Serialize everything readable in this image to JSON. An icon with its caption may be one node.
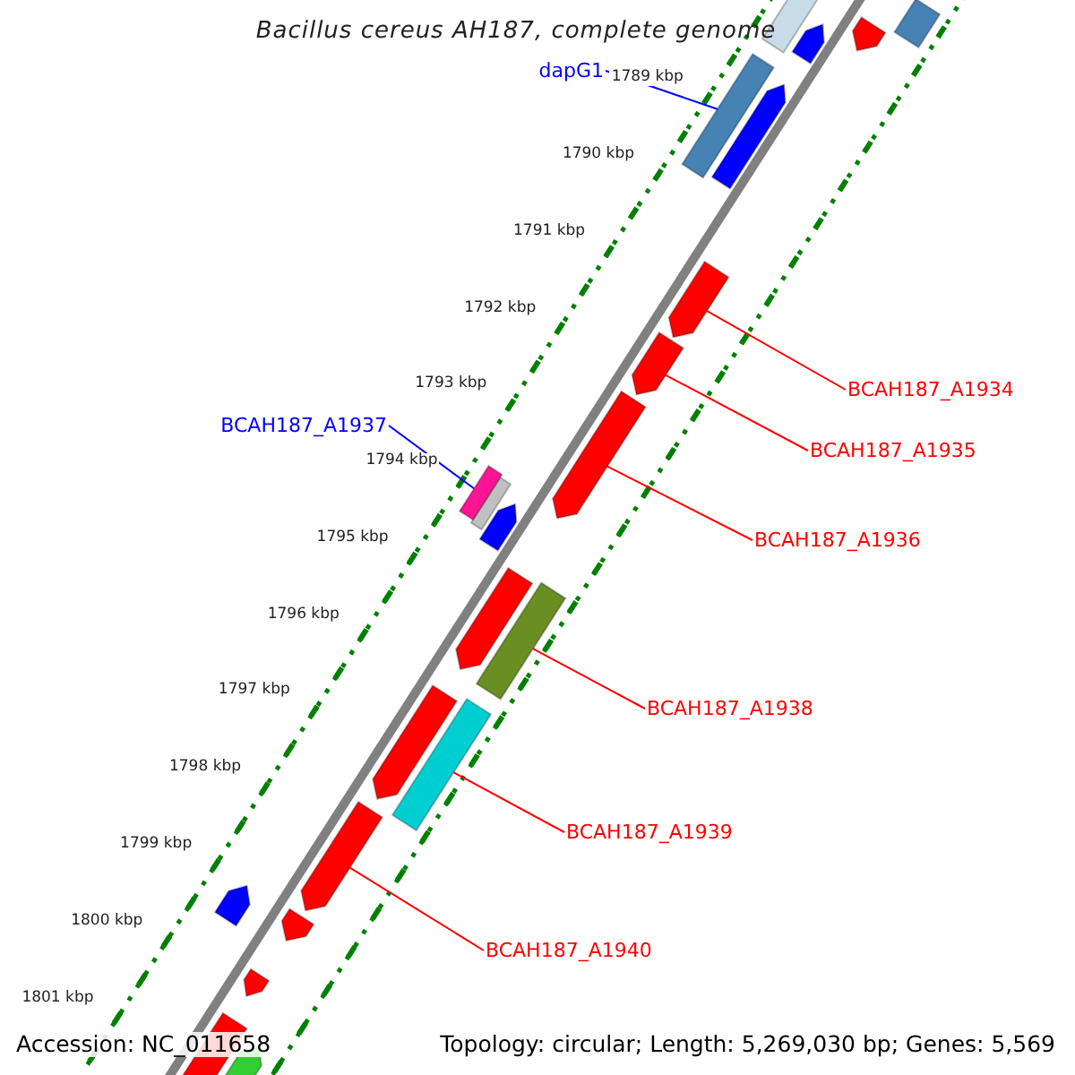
{
  "diagram": {
    "title": "Bacillus cereus AH187, complete genome",
    "nodes": [
      {
        "text": [
          "dapG1"
        ]
      },
      {
        "text": [],
        "shape": "bar"
      },
      {
        "text": [
          "BCAH187_A1934"
        ]
      },
      {
        "text": [],
        "shape": "bar"
      },
      {
        "text": [
          "BCAH187_A1935"
        ]
      },
      {
        "text": [],
        "shape": "bar"
      },
      {
        "text": [
          "BCAH187_A1937"
        ]
      },
      {
        "text": [],
        "shape": "bar"
      },
      {
        "text": [
          "BCAH187_A1936"
        ]
      },
      {
        "text": [],
        "shape": "bar"
      },
      {
        "text": [
          "BCAH187_A1938"
        ]
      },
      {
        "text": [],
        "shape": "bar"
      },
      {
        "text": [
          "BCAH187_A1939"
        ]
      },
      {
        "text": [],
        "shape": "bar"
      },
      {
        "text": [
          "BCAH187_A1940"
        ]
      },
      {
        "text": [],
        "shape": "bar"
      }
    ],
    "edges": [
      {
        "from": 0,
        "to": 1,
        "arrow": "none",
        "color": "#0000ff"
      },
      {
        "from": 2,
        "to": 3,
        "arrow": "none"
      },
      {
        "from": 4,
        "to": 5,
        "arrow": "none"
      },
      {
        "from": 6,
        "to": 7,
        "arrow": "none",
        "color": "#0000ff"
      },
      {
        "from": 8,
        "to": 9,
        "arrow": "none"
      },
      {
        "from": 10,
        "to": 11,
        "arrow": "none"
      },
      {
        "from": 12,
        "to": 13,
        "arrow": "none"
      },
      {
        "from": 14,
        "to": 15,
        "arrow": "none"
      }
    ],
    "labels": [
      "1789 kbp",
      "1790 kbp",
      "1791 kbp",
      "1792 kbp",
      "1793 kbp",
      "1794 kbp",
      "1795 kbp",
      "1796 kbp",
      "1797 kbp",
      "1798 kbp",
      "1799 kbp",
      "1800 kbp",
      "1801 kbp",
      "Accession: NC_011658",
      "Topology: circular; Length: 5,269,030 bp; Genes: 5,569"
    ]
  }
}
